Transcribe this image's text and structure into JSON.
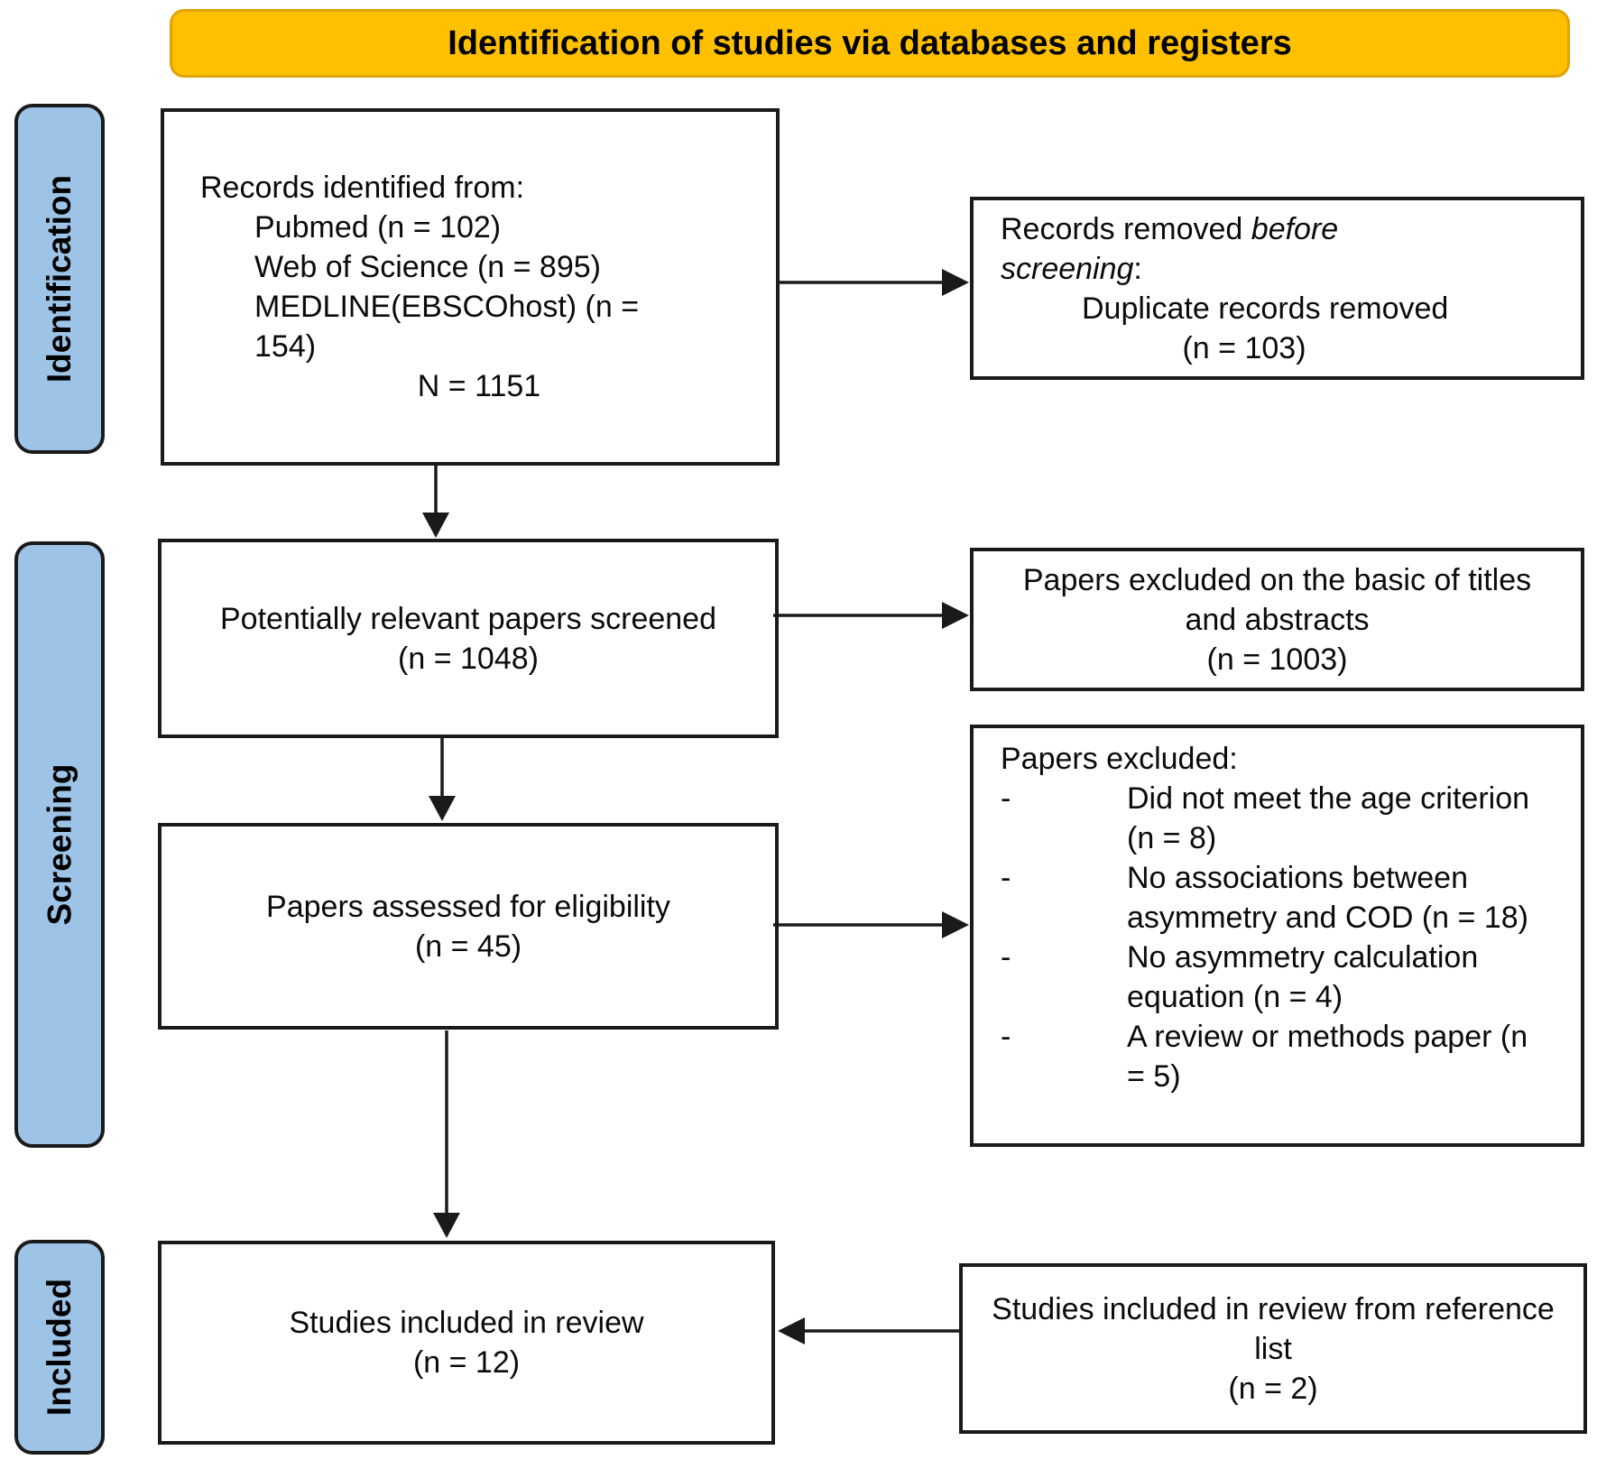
{
  "title": "Identification of studies via databases and registers",
  "colors": {
    "banner_fill": "#FFC000",
    "stage_fill": "#9DC3E6",
    "line": "#1a1a1a"
  },
  "stages": [
    {
      "label": "Identification"
    },
    {
      "label": "Screening"
    },
    {
      "label": "Included"
    }
  ],
  "boxes": {
    "records_identified": {
      "intro": "Records identified from:",
      "sources": [
        "Pubmed (n = 102)",
        "Web of Science (n = 895)",
        "MEDLINE(EBSCOhost) (n = 154)"
      ],
      "total": "N = 1151"
    },
    "records_removed": {
      "lead": "Records removed ",
      "lead_italic": "before screening",
      "lead_suffix": ":",
      "item": "Duplicate records removed",
      "count": "(n = 103)"
    },
    "papers_screened": {
      "line1": "Potentially relevant papers screened",
      "count": "(n = 1048)"
    },
    "titles_abstracts_excluded": {
      "line1": "Papers excluded on the basic of titles and abstracts",
      "count": "(n = 1003)"
    },
    "papers_assessed": {
      "line1": "Papers assessed for eligibility",
      "count": "(n = 45)"
    },
    "papers_excluded": {
      "intro": "Papers excluded:",
      "marker": "-",
      "reasons": [
        "Did not meet the age criterion (n = 8)",
        "No associations between asymmetry and COD (n = 18)",
        "No asymmetry calculation equation (n = 4)",
        "A review or methods paper (n = 5)"
      ]
    },
    "studies_included": {
      "line1": "Studies included in review",
      "count": "(n = 12)"
    },
    "reference_list_included": {
      "line1": "Studies included in review from reference list",
      "count": "(n = 2)"
    }
  }
}
